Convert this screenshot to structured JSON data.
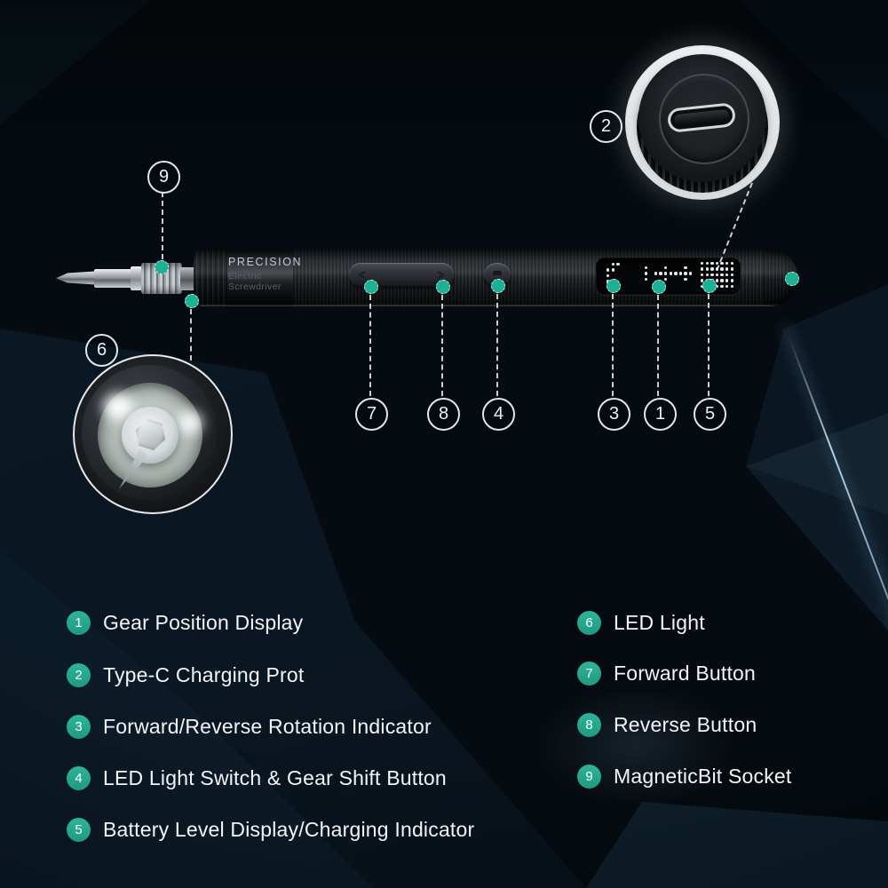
{
  "device": {
    "brand": "PRECISION",
    "subtitle_line1": "Electric",
    "subtitle_line2": "Screwdriver",
    "forward_glyph": "<",
    "reverse_glyph": ">"
  },
  "callout_numbers": {
    "n1": "1",
    "n2": "2",
    "n3": "3",
    "n4": "4",
    "n5": "5",
    "n6": "6",
    "n7": "7",
    "n8": "8",
    "n9": "9"
  },
  "legend": {
    "left": [
      {
        "num": "1",
        "label": "Gear Position Display"
      },
      {
        "num": "2",
        "label": "Type-C Charging Prot"
      },
      {
        "num": "3",
        "label": "Forward/Reverse Rotation Indicator"
      },
      {
        "num": "4",
        "label": "LED Light Switch & Gear Shift Button"
      },
      {
        "num": "5",
        "label": "Battery Level Display/Charging Indicator"
      }
    ],
    "right": [
      {
        "num": "6",
        "label": "LED Light"
      },
      {
        "num": "7",
        "label": "Forward Button"
      },
      {
        "num": "8",
        "label": "Reverse Button"
      },
      {
        "num": "9",
        "label": "MagneticBit Socket"
      }
    ]
  },
  "display": {
    "rotation_indicator_dots": [
      ".XX",
      "XX.",
      "X..",
      "XX.",
      ".XX"
    ],
    "gear_display_dots": [
      ".X...X...X..",
      ".X.XXXXXXXX.",
      ".X...X...X.."
    ],
    "battery_dots": [
      "XXXXXXX",
      "XXXXXXX",
      "XXXXXXX",
      "XXXXXXX",
      "XXXXXXX"
    ]
  },
  "colors": {
    "accent_teal": "#1cb095",
    "beam_blue": "#9cc8e8",
    "background": "#050b10"
  }
}
